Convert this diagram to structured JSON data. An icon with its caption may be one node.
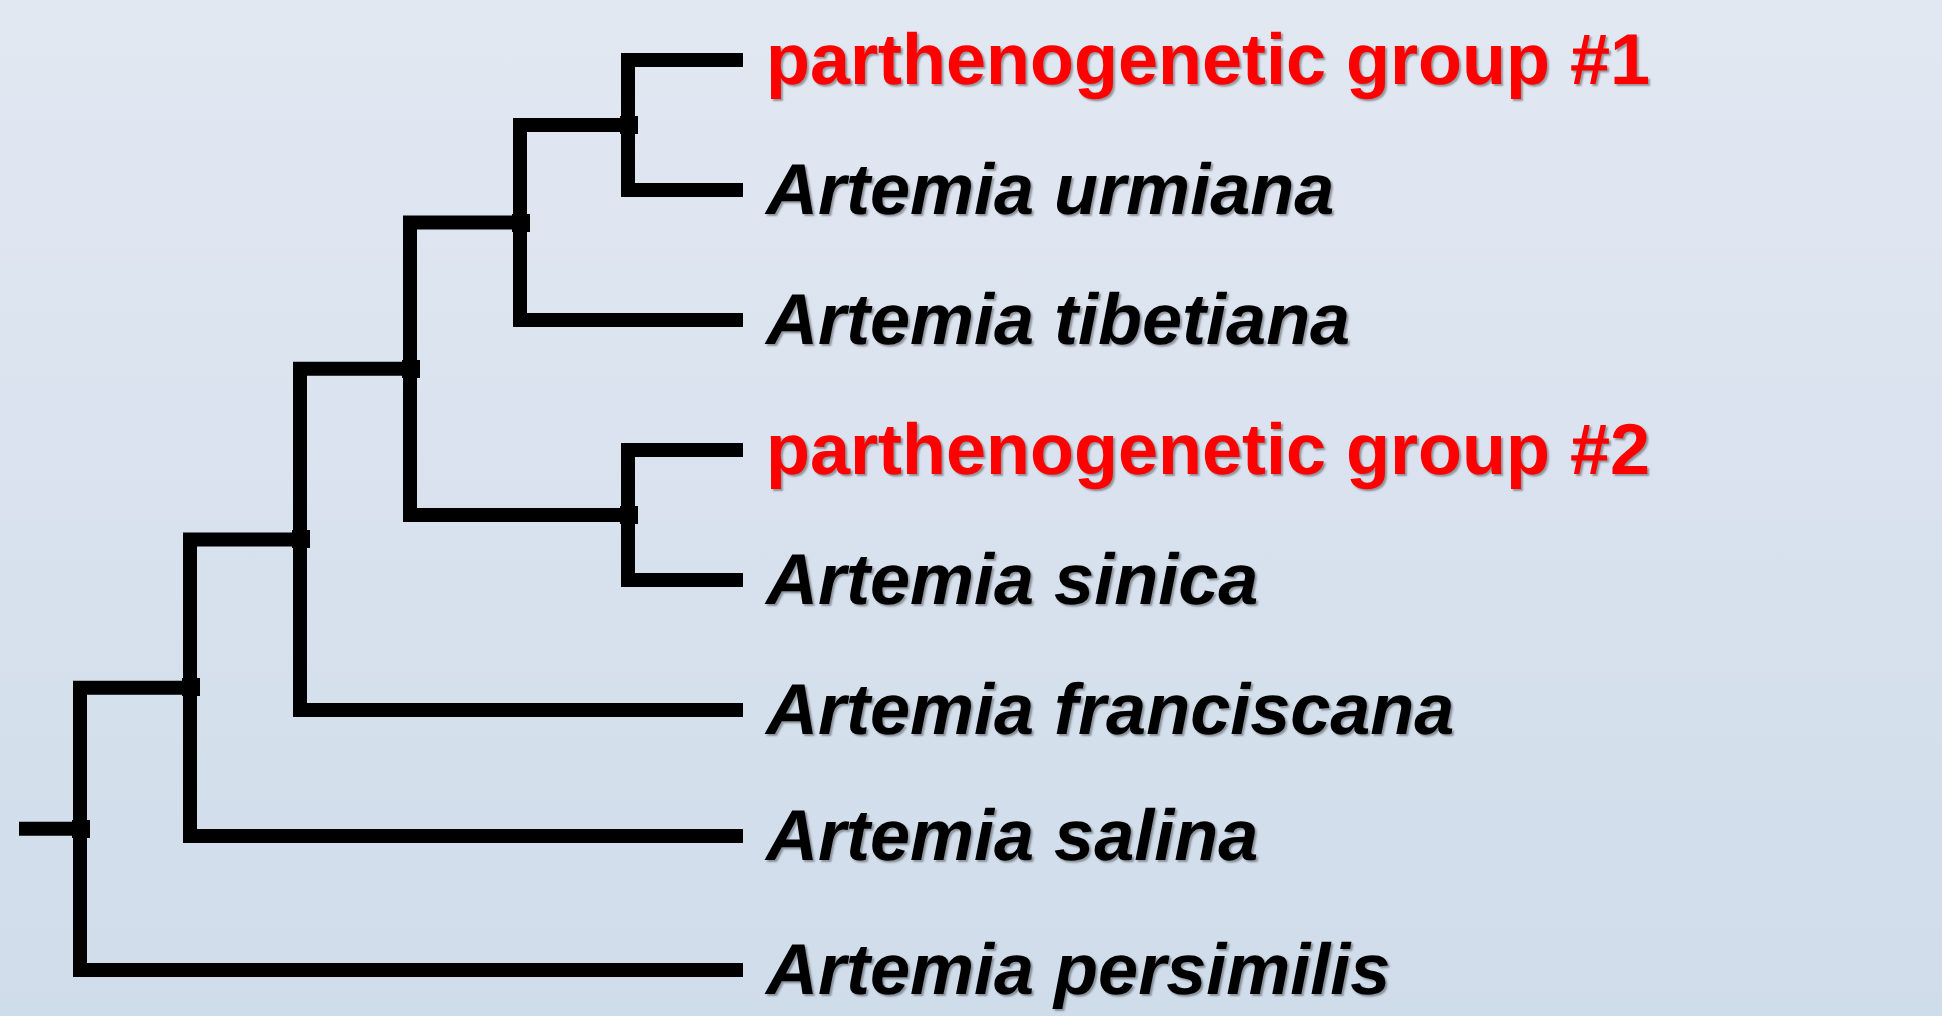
{
  "diagram": {
    "nodes": [
      {
        "text": [
          "parthenogenetic group #1"
        ]
      },
      {
        "text": [
          "Artemia urmiana"
        ]
      },
      {
        "text": [
          "Artemia tibetiana"
        ]
      },
      {
        "text": [
          "parthenogenetic group #2"
        ]
      },
      {
        "text": [
          "Artemia sinica"
        ]
      },
      {
        "text": [
          "Artemia franciscana"
        ]
      },
      {
        "text": [
          "Artemia salina"
        ]
      },
      {
        "text": [
          "Artemia persimilis"
        ]
      },
      {
        "text": [],
        "shape": "point"
      },
      {
        "text": [],
        "shape": "point"
      },
      {
        "text": [],
        "shape": "point"
      },
      {
        "text": [],
        "shape": "point"
      },
      {
        "text": [],
        "shape": "point"
      },
      {
        "text": [],
        "shape": "point"
      },
      {
        "text": [],
        "shape": "point"
      }
    ],
    "edges": [
      {
        "from": null,
        "to": 8,
        "arrow": "none"
      },
      {
        "from": 8,
        "to": 9,
        "arrow": "none"
      },
      {
        "from": 8,
        "to": 7,
        "arrow": "none"
      },
      {
        "from": 9,
        "to": 10,
        "arrow": "none"
      },
      {
        "from": 9,
        "to": 6,
        "arrow": "none"
      },
      {
        "from": 10,
        "to": 11,
        "arrow": "none"
      },
      {
        "from": 10,
        "to": 5,
        "arrow": "none"
      },
      {
        "from": 11,
        "to": 12,
        "arrow": "none"
      },
      {
        "from": 11,
        "to": 14,
        "arrow": "none"
      },
      {
        "from": 12,
        "to": 13,
        "arrow": "none"
      },
      {
        "from": 12,
        "to": 2,
        "arrow": "none"
      },
      {
        "from": 13,
        "to": 0,
        "arrow": "none"
      },
      {
        "from": 13,
        "to": 1,
        "arrow": "none"
      },
      {
        "from": 14,
        "to": 3,
        "arrow": "none"
      },
      {
        "from": 14,
        "to": 4,
        "arrow": "none"
      }
    ]
  }
}
